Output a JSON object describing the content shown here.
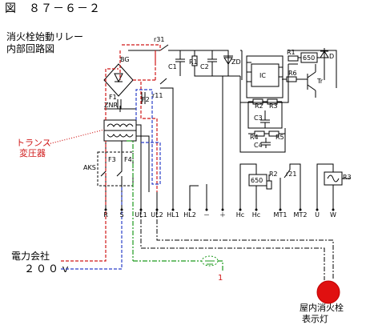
{
  "figure_number": "図　８７－６－２",
  "title_line1": "消火栓始動リレー",
  "title_line2": "内部回路図",
  "transformer_label_line1": "トランス",
  "transformer_label_line2": "変圧器",
  "supply_label_line1": "電力会社",
  "supply_label_line2": "２００ｖ",
  "lamp_label_line1": "屋内消火栓",
  "lamp_label_line2": "表示灯",
  "components": {
    "BG": "BG",
    "F1": "F1",
    "F2": "F2",
    "ZNR": "ZNR",
    "r11": "r11",
    "r31": "r31",
    "R1": "R1",
    "C1": "C1",
    "C2": "C2",
    "ZD": "ZD",
    "IC": "IC",
    "R2_ic": "R2",
    "R3_ic": "R3",
    "C3": "C3",
    "R4": "R4",
    "R5": "R5",
    "C4": "C4",
    "R1_relay": "R1",
    "relay_650_top": "650",
    "D": "D",
    "R6": "R6",
    "Tr": "Tr",
    "AKS": "AKS",
    "F3": "F3",
    "F4": "F4",
    "relay_650_bottom": "650",
    "R2_bottom": "R2",
    "r21": "r21",
    "R3_bottom": "R3"
  },
  "terminals": [
    "R",
    "S",
    "UL1",
    "UL2",
    "HL1",
    "HL2",
    "－",
    "＋",
    "Hc",
    "Hc",
    "MT1",
    "MT2",
    "U",
    "W"
  ],
  "ground_mark": "1",
  "colors": {
    "red_wire": "#d01818",
    "blue_wire": "#2b3fc9",
    "green_wire": "#1d9a1d",
    "lamp": "#e01010"
  }
}
